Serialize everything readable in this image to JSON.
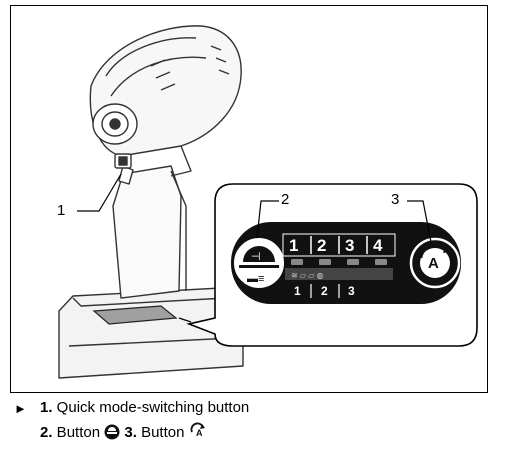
{
  "figure": {
    "callouts": [
      "1",
      "2",
      "3"
    ],
    "panel": {
      "modes_top": [
        "1",
        "2",
        "3",
        "4"
      ],
      "modes_bottom": [
        "1",
        "2",
        "3"
      ],
      "auto_letter": "A"
    }
  },
  "caption": {
    "marker": "►",
    "item1_num": "1.",
    "item1_text": " Quick mode-switching button",
    "item2_num": "2.",
    "item2_text": " Button ",
    "item3_num": "3.",
    "item3_text": " Button "
  },
  "icons": [
    "arrow-marker-icon",
    "mode-button-icon",
    "auto-rotate-button-icon"
  ]
}
